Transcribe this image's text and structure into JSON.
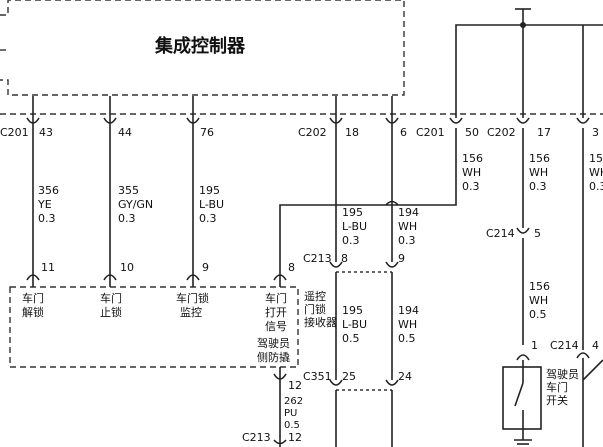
{
  "controller": {
    "title": "集成控制器"
  },
  "top_pins": [
    {
      "conn": "C201",
      "pin": "43",
      "wire": [
        "356",
        "YE",
        "0.3"
      ]
    },
    {
      "conn": "",
      "pin": "44",
      "wire": [
        "355",
        "GY/GN",
        "0.3"
      ]
    },
    {
      "conn": "",
      "pin": "76",
      "wire": [
        "195",
        "L-BU",
        "0.3"
      ]
    },
    {
      "conn": "C202",
      "pin": "18",
      "wire": [
        "195",
        "L-BU",
        "0.3"
      ]
    },
    {
      "conn": "",
      "pin": "6",
      "wire": [
        "194",
        "WH",
        "0.3"
      ]
    },
    {
      "conn": "C201",
      "pin": "50",
      "wire": [
        "156",
        "WH",
        "0.3"
      ]
    },
    {
      "conn": "C202",
      "pin": "17",
      "wire": [
        "156",
        "WH",
        "0.3"
      ]
    },
    {
      "conn": "",
      "pin": "3",
      "wire": [
        "15",
        "WH",
        "0.3"
      ]
    }
  ],
  "module_pins": [
    {
      "pin": "11",
      "label": [
        "车门",
        "解锁"
      ]
    },
    {
      "pin": "10",
      "label": [
        "车门",
        "止锁"
      ]
    },
    {
      "pin": "9",
      "label": [
        "车门锁",
        "监控"
      ]
    },
    {
      "pin": "8",
      "label": [
        "车门",
        "打开",
        "信号"
      ]
    }
  ],
  "module": {
    "side_label": [
      "驾驶员",
      "侧防撬"
    ],
    "receiver_label": [
      "遥控",
      "门锁",
      "接收器"
    ]
  },
  "c213_pins": {
    "conn": "C213",
    "pin_a": "8",
    "pin_b": "9"
  },
  "lower_wires": [
    {
      "wire": [
        "195",
        "L-BU",
        "0.5"
      ]
    },
    {
      "wire": [
        "194",
        "WH",
        "0.5"
      ]
    }
  ],
  "c351_pins": {
    "conn": "C351",
    "pin_a": "25",
    "pin_b": "24"
  },
  "pin12": {
    "pin": "12",
    "wire": [
      "262",
      "PU",
      "0.5"
    ]
  },
  "c213_bottom": {
    "conn": "C213",
    "pin": "12"
  },
  "c214_top": {
    "conn": "C214",
    "pin": "5",
    "wire": [
      "156",
      "WH",
      "0.5"
    ]
  },
  "door_switch": {
    "pin": "1",
    "label": [
      "驾驶员",
      "车门",
      "开关"
    ]
  },
  "c214_right": {
    "conn": "C214",
    "pin": "4"
  }
}
